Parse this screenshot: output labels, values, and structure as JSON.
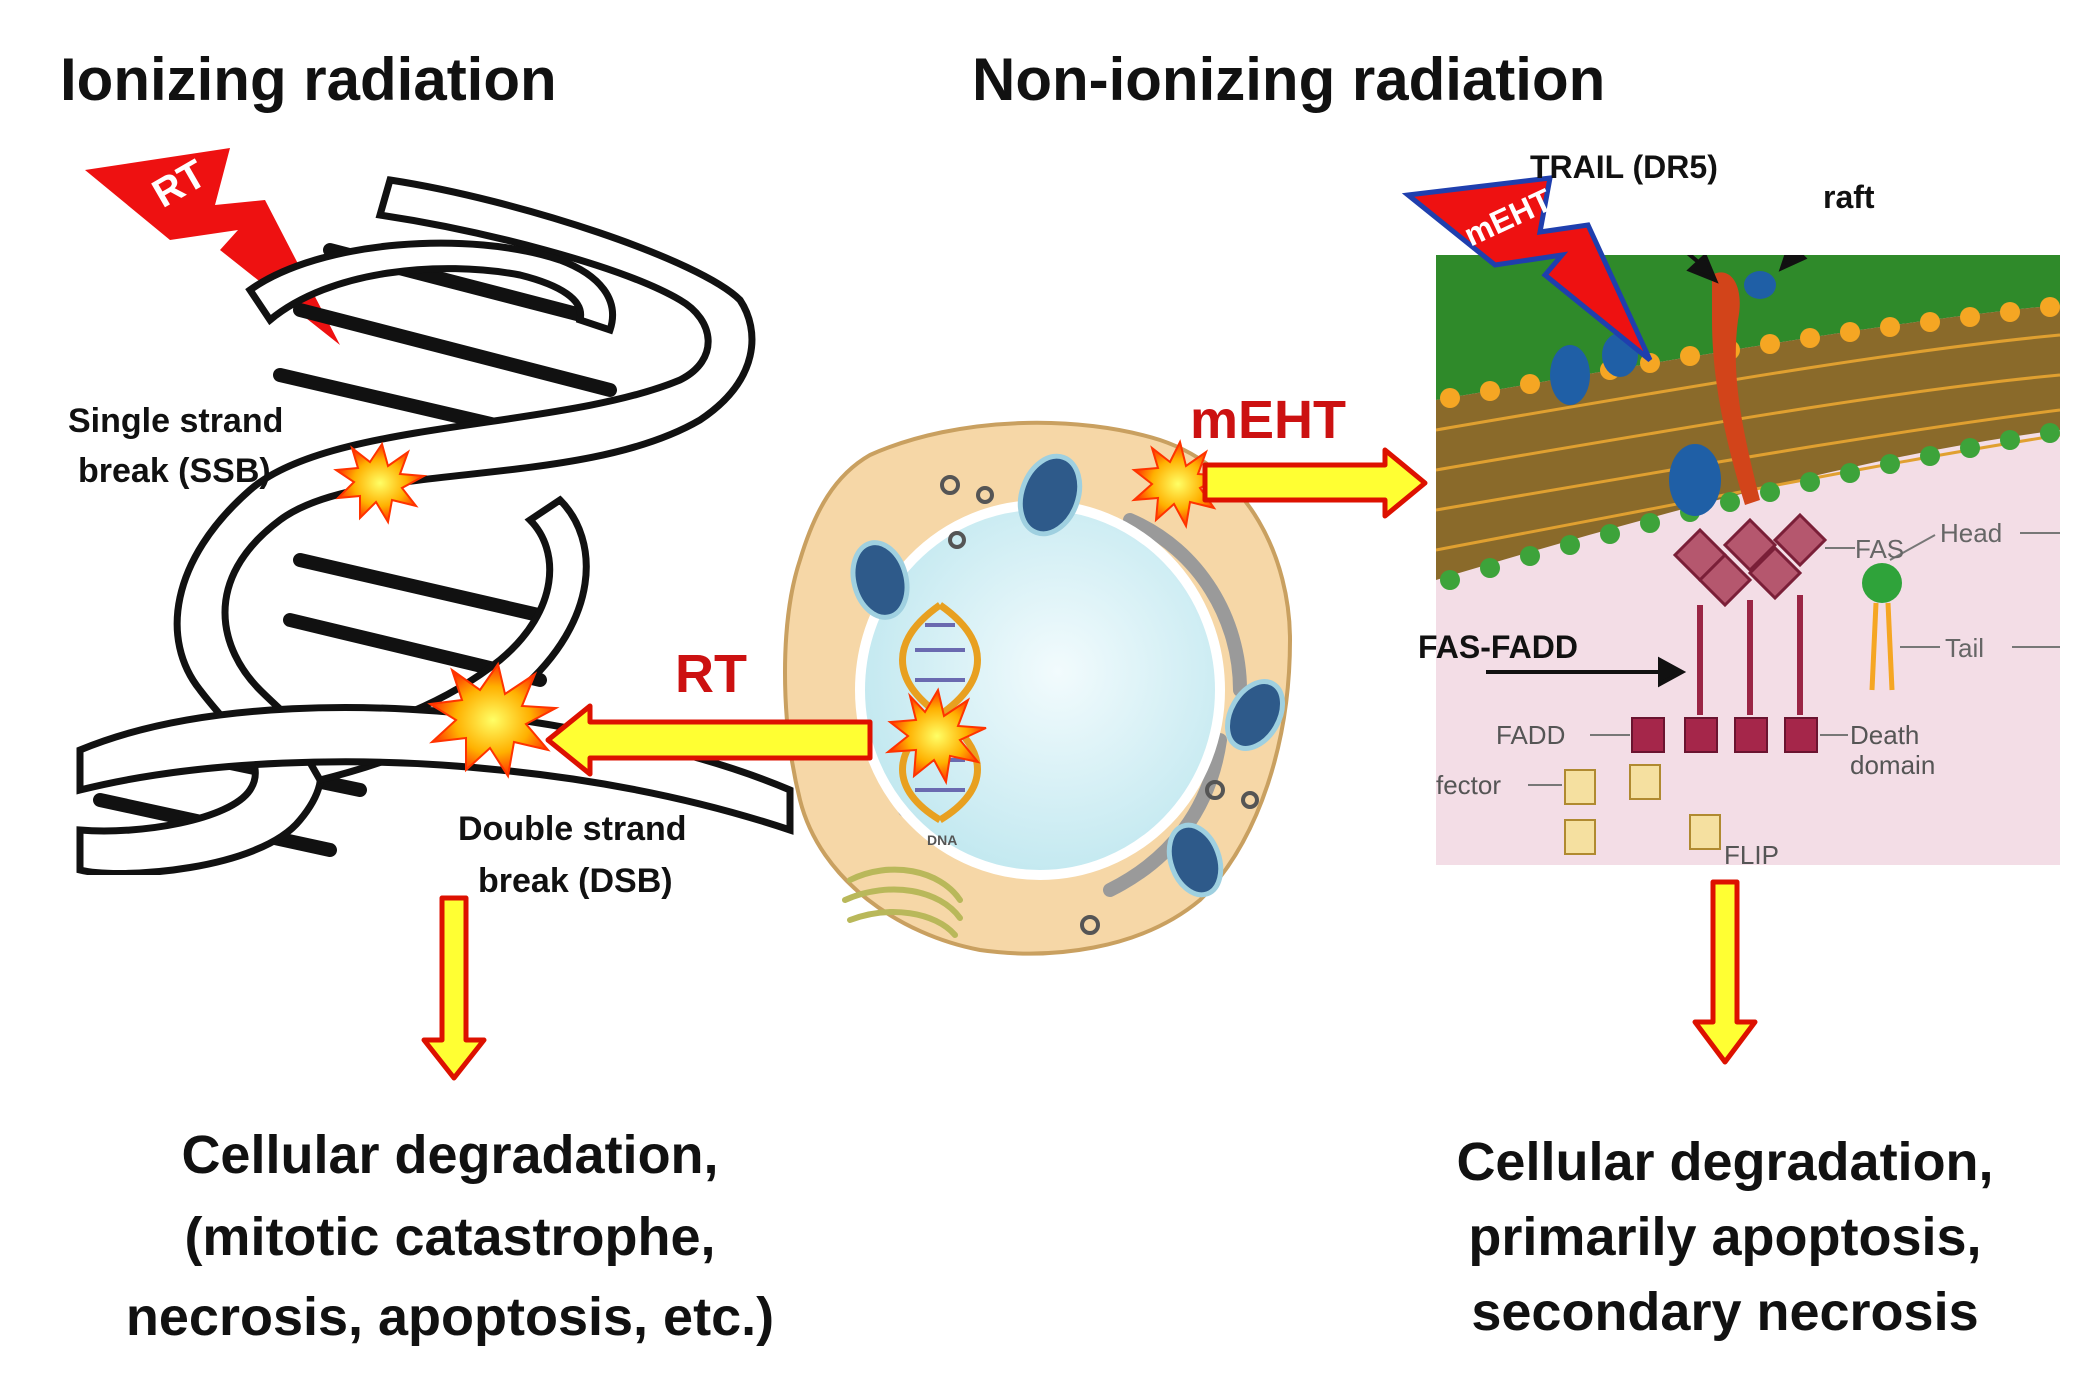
{
  "headings": {
    "ionizing": "Ionizing radiation",
    "non_ionizing": "Non-ionizing radiation"
  },
  "bolts": {
    "rt": "RT",
    "meht": "mEHT"
  },
  "dna_labels": {
    "ssb_line1": "Single strand",
    "ssb_line2": "break (SSB)",
    "dsb_line1": "Double strand",
    "dsb_line2": "break (DSB)"
  },
  "cell": {
    "dna_label": "DNA"
  },
  "arrows": {
    "rt_label": "RT",
    "meht_label": "mEHT"
  },
  "membrane_labels": {
    "trail": "TRAIL  (DR5)",
    "raft": "raft",
    "fas": "FAS",
    "head": "Head",
    "tail": "Tail",
    "fas_fadd": "FAS-FADD",
    "fadd": "FADD",
    "effector": "fector",
    "death_line1": "Death",
    "death_line2": "domain",
    "flip": "FLIP"
  },
  "outcomes": {
    "left": [
      "Cellular degradation,",
      "(mitotic catastrophe,",
      "necrosis, apoptosis, etc.)"
    ],
    "right": [
      "Cellular  degradation,",
      "primarily apoptosis,",
      "secondary necrosis"
    ]
  },
  "colors": {
    "label_red": "#cc1111",
    "arrow_fill": "#ffff33",
    "arrow_stroke": "#dd1100",
    "membrane_green": "#2f8a2a",
    "membrane_orange": "#f5a623",
    "cytoplasm_pink": "#f3dde6",
    "cell_body": "#f6d7a7",
    "nucleus": "#dff3f7",
    "receptor_maroon": "#a5264a",
    "protein_blue": "#1f5fa6"
  }
}
